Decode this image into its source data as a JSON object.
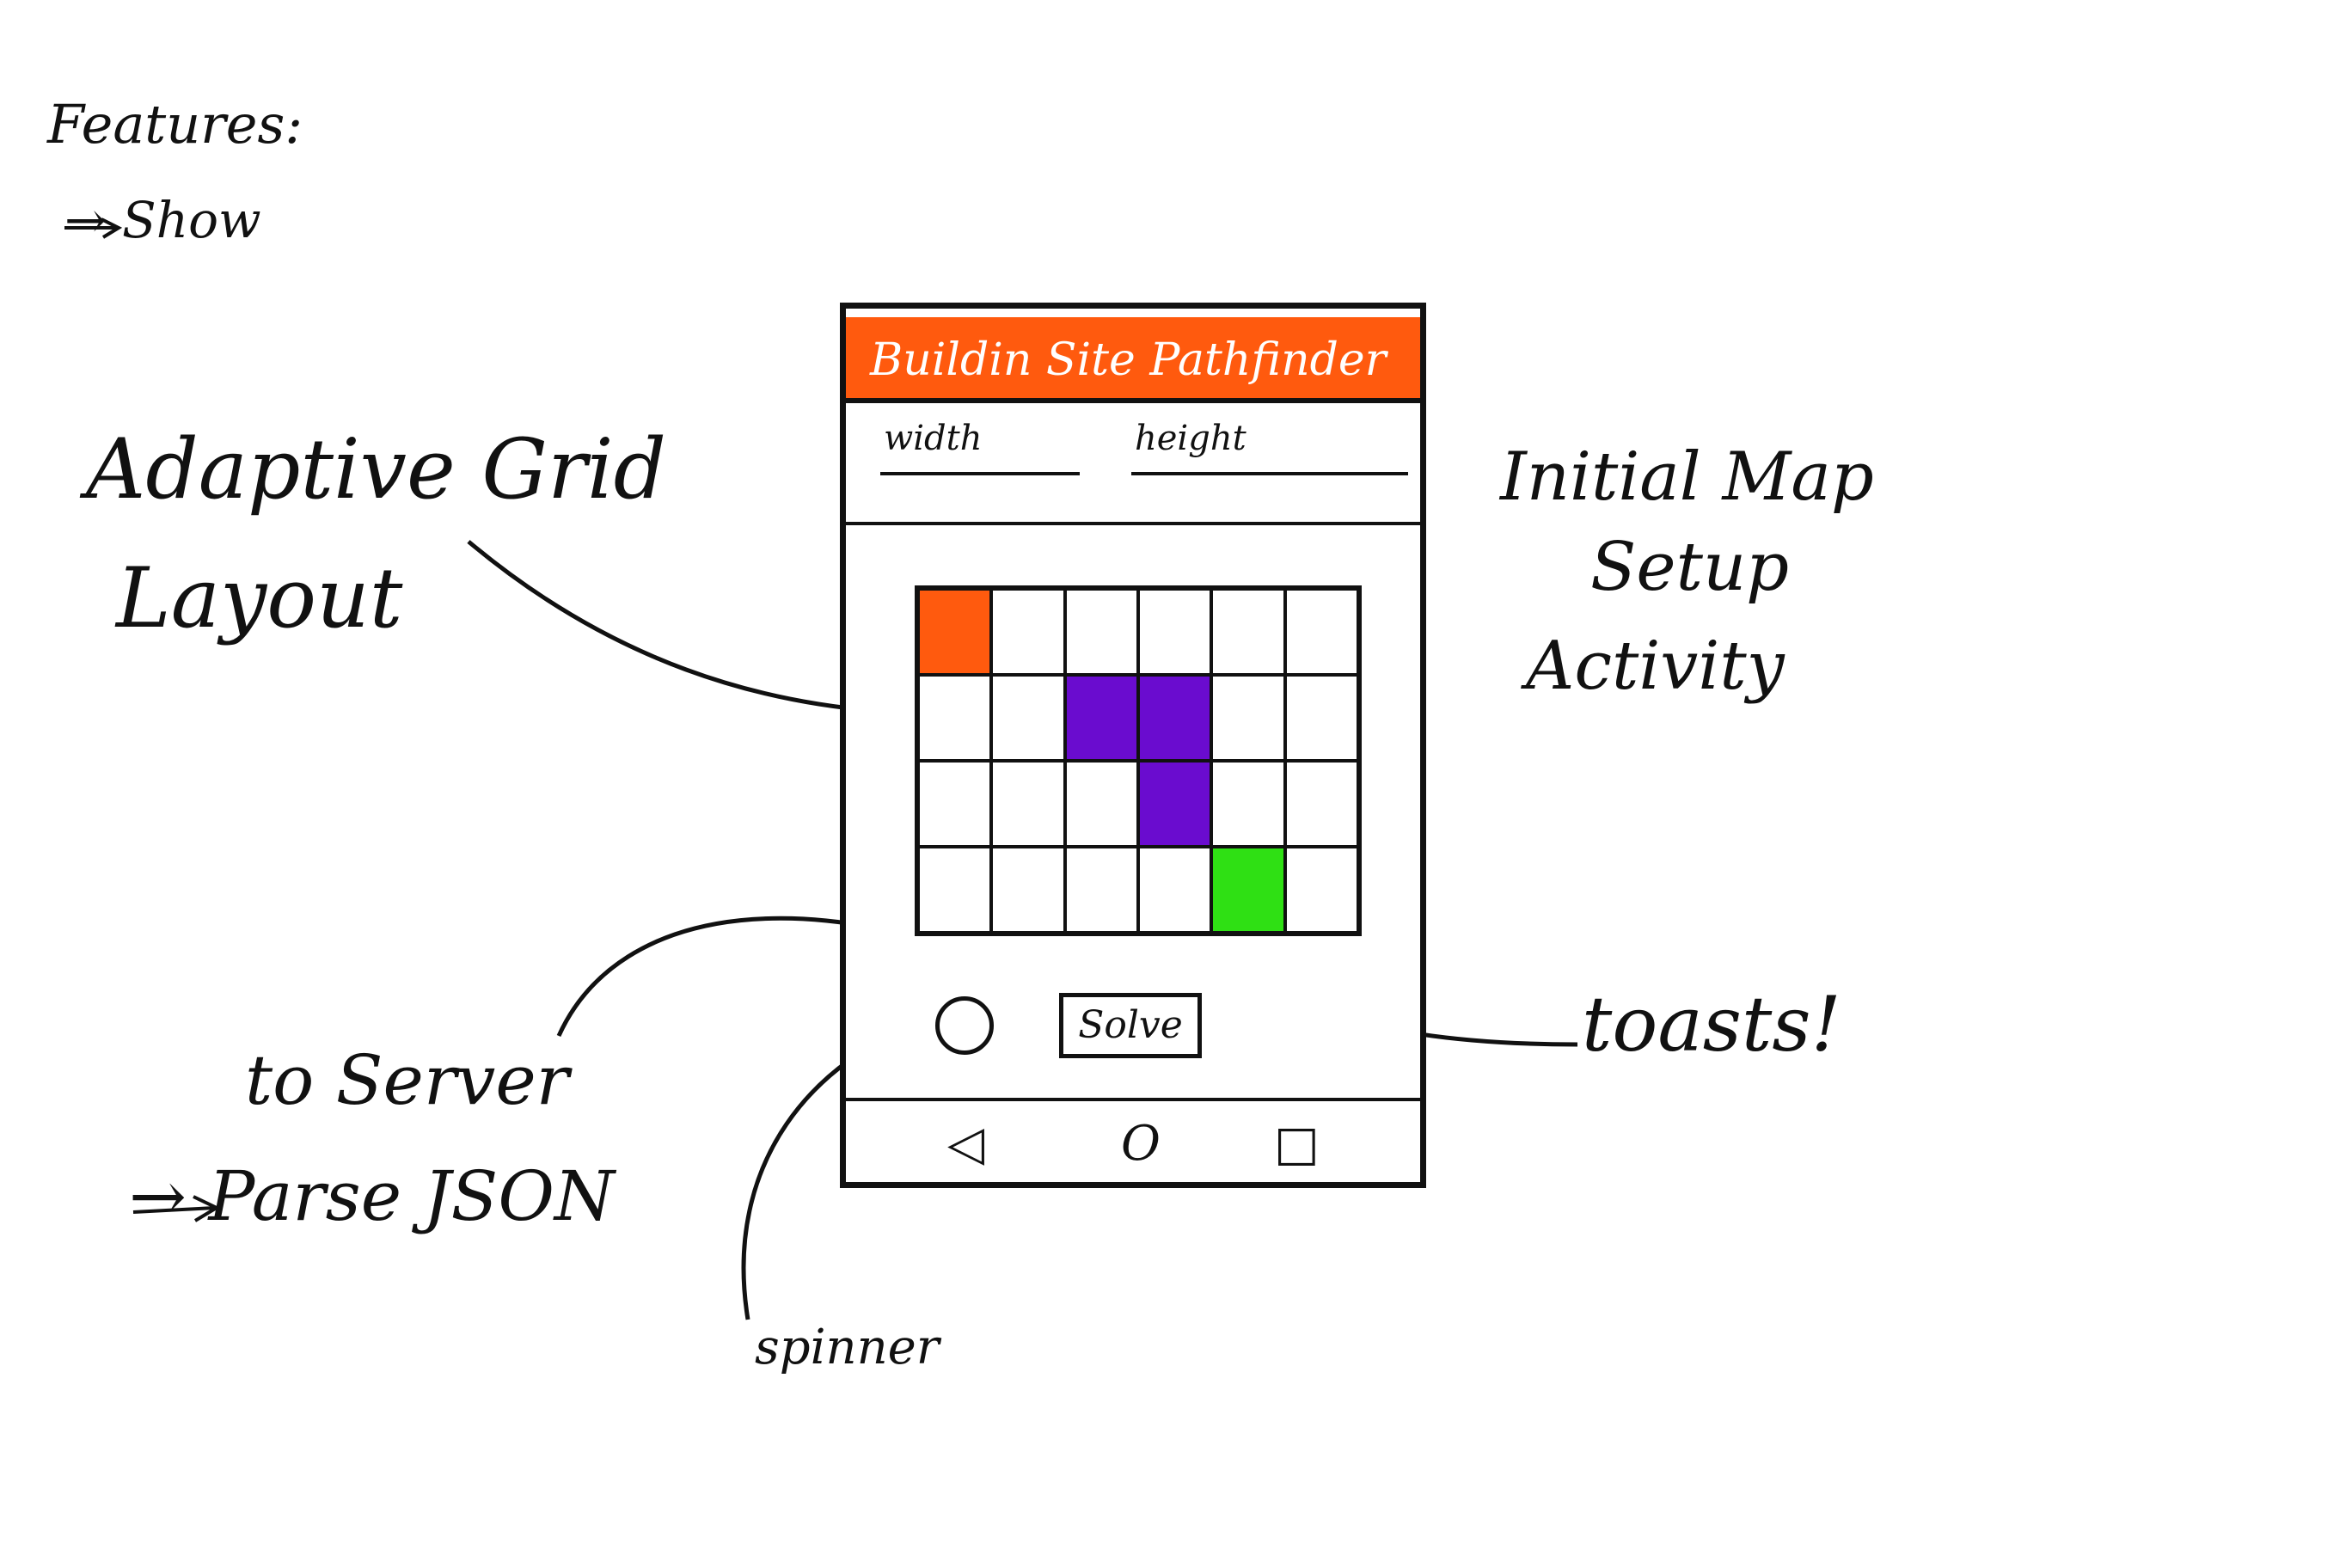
{
  "notes": {
    "features": "Features:",
    "show": "→ Show",
    "adaptive_grid_1": "Adaptive Grid",
    "adaptive_grid_2": "Layout",
    "initial_1": "Initial Map",
    "initial_2": "Setup",
    "initial_3": "Activity",
    "toasts": "toasts!",
    "to_server": "to Server",
    "parse_json": "→ Parse JSON",
    "spinner": "spinner"
  },
  "phone": {
    "title": "Buildin Site Pathfinder",
    "width_label": "width",
    "height_label": "height",
    "solve_label": "Solve",
    "nav": {
      "back": "◁",
      "home": "O",
      "recent": "□"
    },
    "grid": {
      "cols": 6,
      "rows": 4,
      "cells": [
        "orange",
        "",
        "",
        "",
        "",
        "",
        "",
        "",
        "purple",
        "purple",
        "",
        "",
        "",
        "",
        "",
        "purple",
        "",
        "",
        "",
        "",
        "",
        "",
        "green",
        ""
      ]
    }
  },
  "colors": {
    "appbar": "#ff5a0e",
    "orange": "#ff5a0e",
    "purple": "#6a0ccf",
    "green": "#2fe014"
  }
}
